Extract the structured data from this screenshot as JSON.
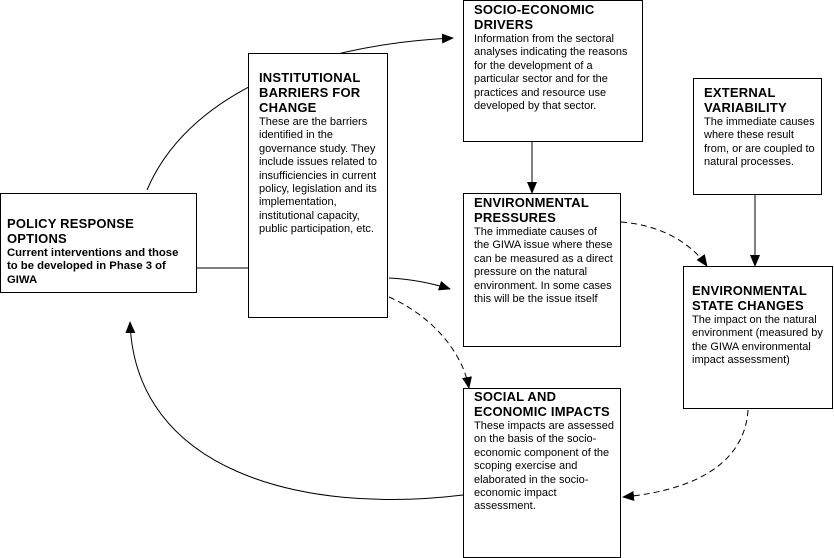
{
  "diagram": {
    "nodes": {
      "socio_economic_drivers": {
        "title": "SOCIO-ECONOMIC DRIVERS",
        "description": "Information from the sectoral analyses indicating the reasons for the development of a particular sector and for the practices and resource use developed by that sector."
      },
      "institutional_barriers": {
        "title": "INSTITUTIONAL BARRIERS FOR CHANGE",
        "description": "These are the barriers identified in the governance study. They include issues related to insufficiencies in current policy, legislation and its implementation, institutional capacity, public participation, etc."
      },
      "external_variability": {
        "title": "EXTERNAL VARIABILITY",
        "description": "The immediate causes where these result from, or are coupled to natural processes."
      },
      "environmental_pressures": {
        "title": "ENVIRONMENTAL PRESSURES",
        "description": "The immediate causes of the GIWA issue where these can be measured as a direct pressure on the natural environment. In some cases this will be the issue itself"
      },
      "policy_response_options": {
        "title": "POLICY RESPONSE OPTIONS",
        "description": "Current interventions and those to be developed in Phase 3 of GIWA"
      },
      "environmental_state_changes": {
        "title": "ENVIRONMENTAL STATE CHANGES",
        "description": "The impact on the natural environment (measured by the GIWA environmental impact assessment)"
      },
      "social_economic_impacts": {
        "title": "SOCIAL AND ECONOMIC IMPACTS",
        "description": "These impacts are assessed on the basis of the socio-economic component of the scoping exercise and elaborated in the socio-economic impact assessment."
      }
    },
    "edges": [
      {
        "from": "policy_response_options",
        "to": "socio_economic_drivers",
        "style": "solid"
      },
      {
        "from": "socio_economic_drivers",
        "to": "environmental_pressures",
        "style": "solid"
      },
      {
        "from": "institutional_barriers",
        "to": "environmental_pressures",
        "style": "solid"
      },
      {
        "from": "institutional_barriers",
        "to": "social_economic_impacts",
        "style": "dashed"
      },
      {
        "from": "environmental_pressures",
        "to": "environmental_state_changes",
        "style": "dashed"
      },
      {
        "from": "external_variability",
        "to": "environmental_state_changes",
        "style": "solid"
      },
      {
        "from": "environmental_state_changes",
        "to": "social_economic_impacts",
        "style": "dashed"
      },
      {
        "from": "social_economic_impacts",
        "to": "policy_response_options",
        "style": "solid"
      }
    ]
  }
}
